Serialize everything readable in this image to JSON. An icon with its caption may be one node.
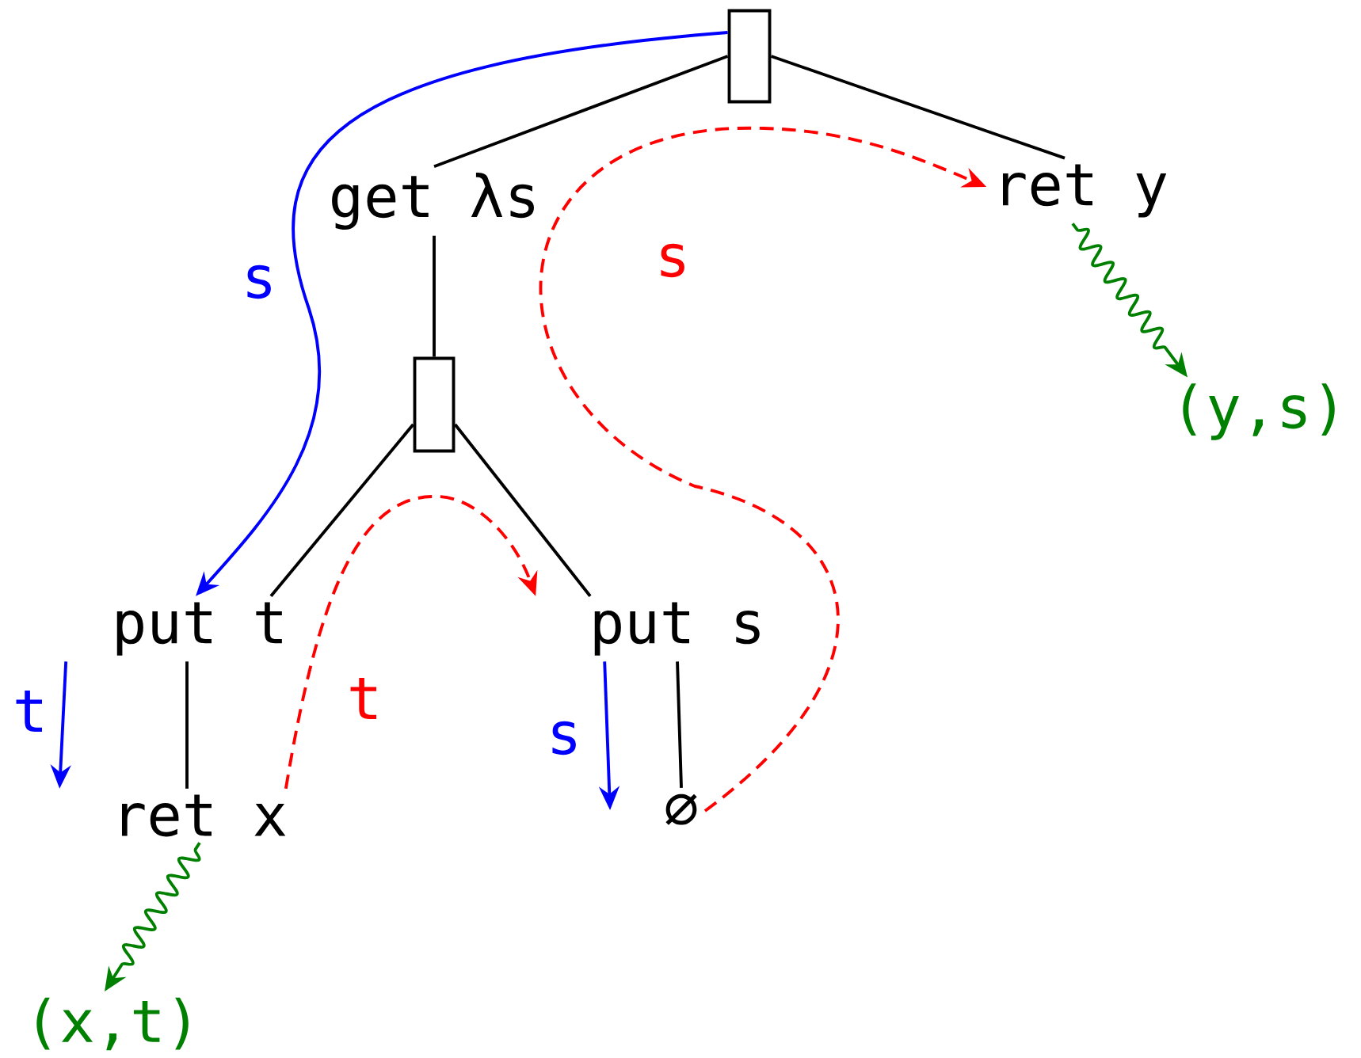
{
  "diagram": {
    "nodes": [
      {
        "text": [],
        "shape": "box"
      },
      {
        "text": [
          "get λs"
        ]
      },
      {
        "text": [
          "ret y"
        ]
      },
      {
        "text": [
          "(y,s)"
        ]
      },
      {
        "text": [],
        "shape": "box"
      },
      {
        "text": [
          "put t"
        ]
      },
      {
        "text": [
          "put s"
        ]
      },
      {
        "text": [
          "ret x"
        ]
      },
      {
        "text": [
          "∅"
        ]
      },
      {
        "text": [
          "(x,t)"
        ]
      }
    ],
    "edges": [
      {
        "from": 0,
        "to": 1,
        "arrow": "none"
      },
      {
        "from": 0,
        "to": 2,
        "arrow": "none"
      },
      {
        "from": 1,
        "to": 4,
        "arrow": "none"
      },
      {
        "from": 4,
        "to": 5,
        "arrow": "none"
      },
      {
        "from": 4,
        "to": 6,
        "arrow": "none"
      },
      {
        "from": 5,
        "to": 7,
        "arrow": "none"
      },
      {
        "from": 6,
        "to": 8,
        "arrow": "none"
      },
      {
        "from": 0,
        "to": 5,
        "arrow": "to",
        "label": "s",
        "color": "#0000ff"
      },
      {
        "from": 8,
        "to": 2,
        "arrow": "to",
        "label": "s",
        "style": "dashed",
        "color": "#ff0000"
      },
      {
        "from": 7,
        "to": 6,
        "arrow": "to",
        "label": "t",
        "style": "dashed",
        "color": "#ff0000"
      },
      {
        "from": 5,
        "to": 7,
        "arrow": "to",
        "label": "t",
        "color": "#0000ff"
      },
      {
        "from": 6,
        "to": 8,
        "arrow": "to",
        "label": "s",
        "color": "#0000ff"
      },
      {
        "from": 2,
        "to": 3,
        "arrow": "to",
        "color": "#008000"
      },
      {
        "from": 7,
        "to": 9,
        "arrow": "to",
        "color": "#008000"
      }
    ]
  }
}
